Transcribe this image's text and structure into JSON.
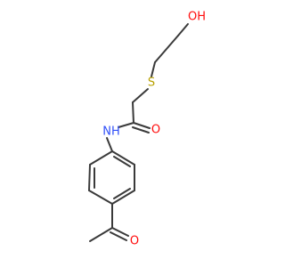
{
  "molecule": {
    "atoms": {
      "oh": "OH",
      "s": "S",
      "o_amide": "O",
      "nh": "NH",
      "h_of_nh": "H",
      "o_ketone": "O"
    },
    "colors": {
      "oxygen": "#ff0d0d",
      "sulfur": "#b8a100",
      "nitrogen": "#3050f8",
      "bond": "#3a3a3a",
      "background": "#ffffff"
    }
  }
}
